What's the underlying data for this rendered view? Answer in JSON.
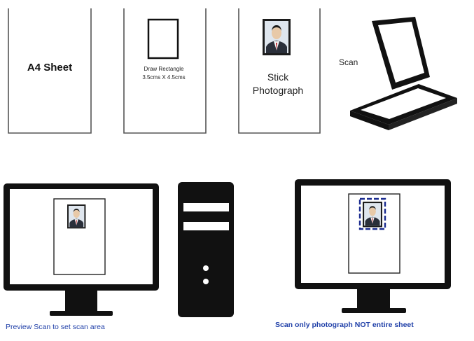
{
  "steps": {
    "sheet_label": "A4 Sheet",
    "rect_line1": "Draw Rectangle",
    "rect_line2": "3.5cms X 4.5cms",
    "stick_line1": "Stick",
    "stick_line2": "Photograph",
    "scan_label": "Scan"
  },
  "captions": {
    "preview": "Preview Scan to set scan area",
    "scan_only": "Scan only photograph NOT entire sheet"
  },
  "colors": {
    "ink": "#111111",
    "caption_blue": "#1f3fa8",
    "selection_blue": "#1a2b8f",
    "face": "#e8c9a8",
    "suit": "#2a2f3a",
    "tie": "#b8202a"
  },
  "icons": [
    "portrait-photo-icon",
    "flatbed-scanner-icon",
    "monitor-icon",
    "pc-tower-icon"
  ]
}
